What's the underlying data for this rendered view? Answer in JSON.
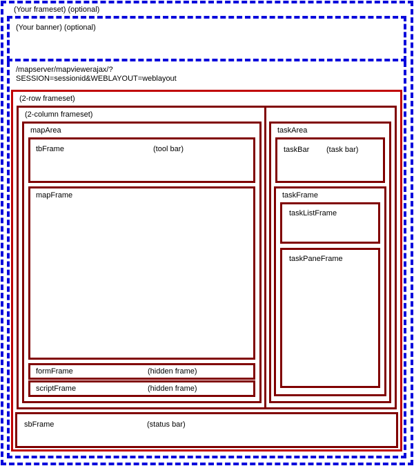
{
  "colors": {
    "optional_frame_blue": "#0808dc",
    "frameset_red_bright": "#c00000",
    "frame_red_dark": "#800000",
    "background": "#ffffff",
    "text": "#000000"
  },
  "outer_frameset": {
    "label": "(Your frameset) (optional)"
  },
  "banner": {
    "label": "(Your banner) (optional)"
  },
  "viewer_url": {
    "line1": "/mapserver/mapviewerajax/?",
    "line2": "SESSION=sessionid&WEBLAYOUT=weblayout"
  },
  "frameset_2row": {
    "label": "(2-row frameset)"
  },
  "frameset_2col": {
    "label": "(2-column frameset)"
  },
  "map_area": {
    "label": "mapArea",
    "tb_frame": {
      "name": "tbFrame",
      "annotation": "(tool bar)"
    },
    "map_frame": {
      "name": "mapFrame"
    },
    "form_frame": {
      "name": "formFrame",
      "annotation": "(hidden frame)"
    },
    "script_frame": {
      "name": "scriptFrame",
      "annotation": "(hidden frame)"
    }
  },
  "task_area": {
    "label": "taskArea",
    "task_bar": {
      "name": "taskBar",
      "annotation": "(task bar)"
    },
    "task_frame": {
      "label": "taskFrame",
      "task_list_frame": {
        "name": "taskListFrame"
      },
      "task_pane_frame": {
        "name": "taskPaneFrame"
      }
    }
  },
  "sb_frame": {
    "name": "sbFrame",
    "annotation": "(status bar)"
  }
}
